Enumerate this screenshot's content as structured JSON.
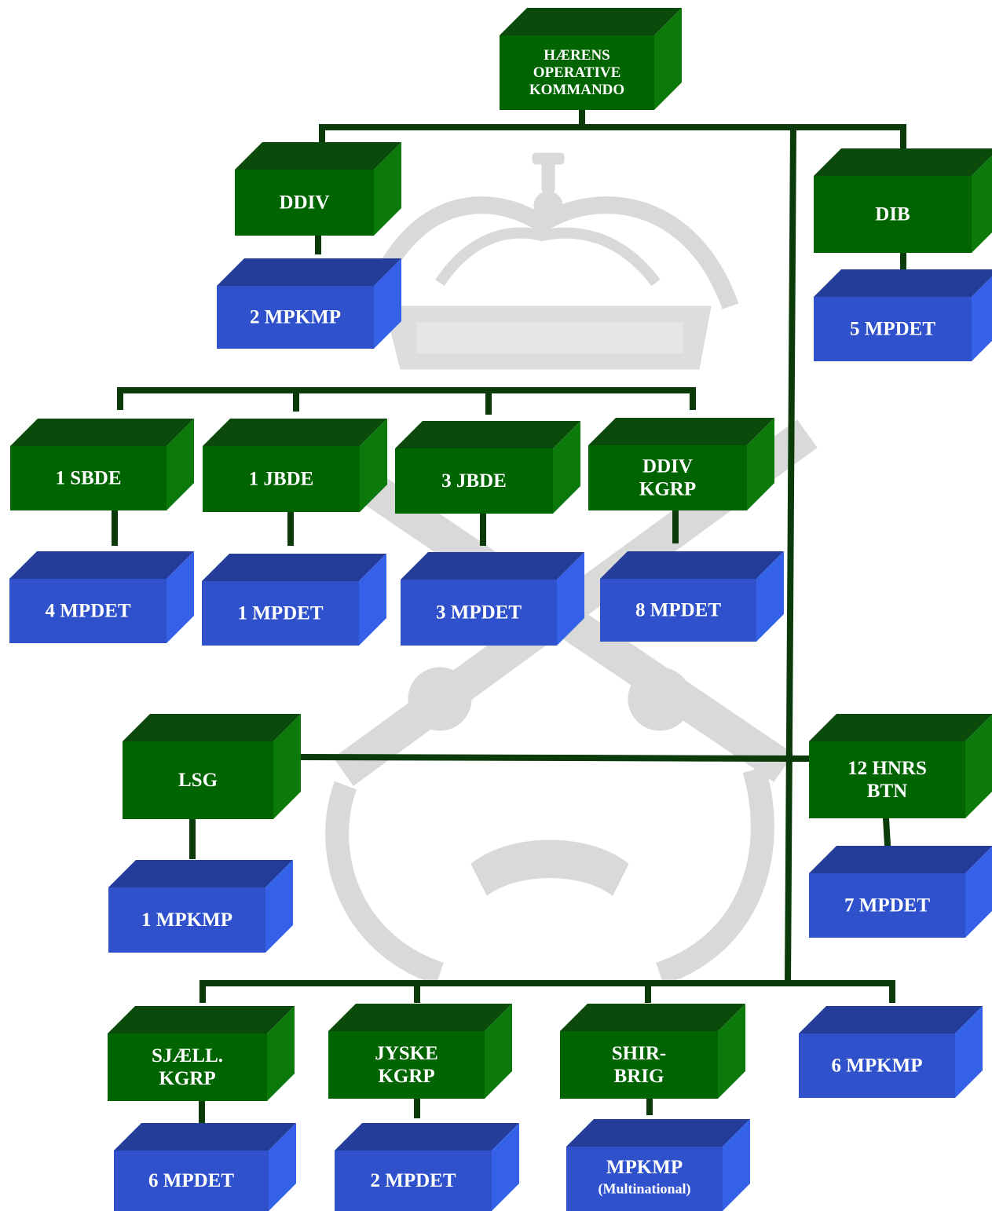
{
  "colors": {
    "green_front": "#006400",
    "green_top": "#0a4a0a",
    "green_side": "#0b7a0b",
    "blue_front": "#2f52cc",
    "blue_top": "#233d99",
    "blue_side": "#3560e8",
    "connector": "#0b3a0b",
    "watermark": "#d9d9d9"
  },
  "watermark": {
    "icon": "royal-crown-crossed-pistols-emblem"
  },
  "nodes": {
    "hok": {
      "lines": [
        "HÆRENS",
        "OPERATIVE",
        "KOMMANDO"
      ]
    },
    "ddiv": {
      "lines": [
        "DDIV"
      ]
    },
    "dib": {
      "lines": [
        "DIB"
      ]
    },
    "mp2kmp": {
      "lines": [
        "2 MPKMP"
      ]
    },
    "mp5det": {
      "lines": [
        "5 MPDET"
      ]
    },
    "sbde1": {
      "lines": [
        "1 SBDE"
      ]
    },
    "jbde1": {
      "lines": [
        "1 JBDE"
      ]
    },
    "jbde3": {
      "lines": [
        "3 JBDE"
      ]
    },
    "ddivkgrp": {
      "lines": [
        "DDIV",
        "KGRP"
      ]
    },
    "mp4det": {
      "lines": [
        "4 MPDET"
      ]
    },
    "mp1det": {
      "lines": [
        "1 MPDET"
      ]
    },
    "mp3det": {
      "lines": [
        "3 MPDET"
      ]
    },
    "mp8det": {
      "lines": [
        "8 MPDET"
      ]
    },
    "lsg": {
      "lines": [
        "LSG"
      ]
    },
    "hnrs12": {
      "lines": [
        "12 HNRS",
        "BTN"
      ]
    },
    "mp1kmp": {
      "lines": [
        "1 MPKMP"
      ]
    },
    "mp7det": {
      "lines": [
        "7 MPDET"
      ]
    },
    "sjkgrp": {
      "lines": [
        "SJÆLL.",
        "KGRP"
      ]
    },
    "jykgrp": {
      "lines": [
        "JYSKE",
        "KGRP"
      ]
    },
    "shirbrig": {
      "lines": [
        "SHIR-",
        "BRIG"
      ]
    },
    "mp6kmp": {
      "lines": [
        "6 MPKMP"
      ]
    },
    "mp6det": {
      "lines": [
        "6 MPDET"
      ]
    },
    "mp2det": {
      "lines": [
        "2 MPDET"
      ]
    },
    "mpkmpmn": {
      "lines": [
        "MPKMP",
        "(Multinational)"
      ]
    }
  },
  "links": [
    [
      "hok",
      "ddiv"
    ],
    [
      "hok",
      "dib"
    ],
    [
      "hok",
      "lsg"
    ],
    [
      "hok",
      "hnrs12"
    ],
    [
      "ddiv",
      "mp2kmp"
    ],
    [
      "dib",
      "mp5det"
    ],
    [
      "ddiv",
      "sbde1"
    ],
    [
      "ddiv",
      "jbde1"
    ],
    [
      "ddiv",
      "jbde3"
    ],
    [
      "ddiv",
      "ddivkgrp"
    ],
    [
      "sbde1",
      "mp4det"
    ],
    [
      "jbde1",
      "mp1det"
    ],
    [
      "jbde3",
      "mp3det"
    ],
    [
      "ddivkgrp",
      "mp8det"
    ],
    [
      "lsg",
      "mp1kmp"
    ],
    [
      "hnrs12",
      "mp7det"
    ],
    [
      "hok",
      "sjkgrp"
    ],
    [
      "hok",
      "jykgrp"
    ],
    [
      "hok",
      "shirbrig"
    ],
    [
      "hok",
      "mp6kmp"
    ],
    [
      "sjkgrp",
      "mp6det"
    ],
    [
      "jykgrp",
      "mp2det"
    ],
    [
      "shirbrig",
      "mpkmpmn"
    ]
  ]
}
